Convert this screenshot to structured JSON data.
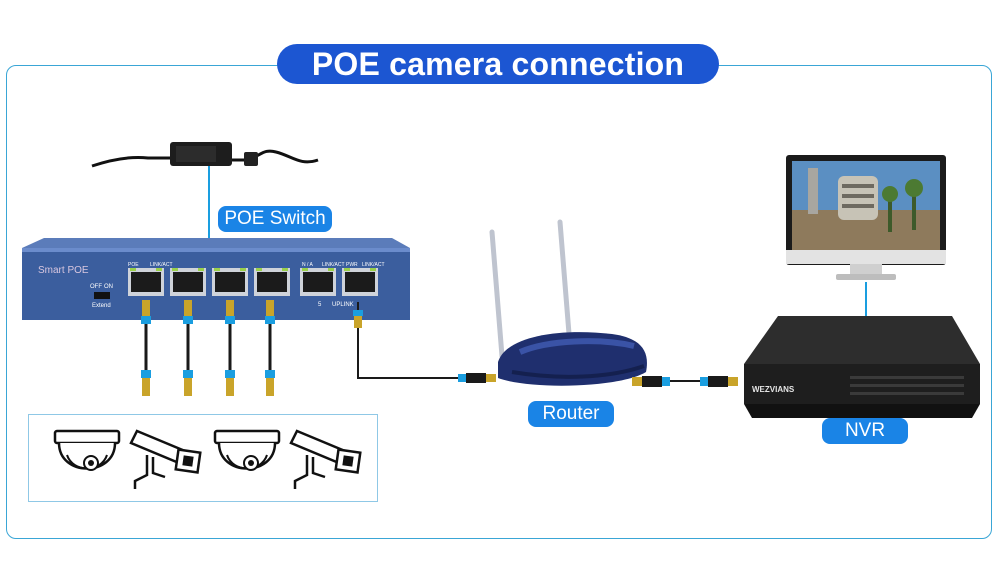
{
  "title": "POE camera connection",
  "labels": {
    "poe_switch": "POE Switch",
    "router": "Router",
    "nvr": "NVR"
  },
  "device_text": {
    "switch_brand": "Smart POE",
    "switch_off": "OFF",
    "switch_on": "ON",
    "switch_extend": "Extend",
    "switch_poe": "POE",
    "switch_link_act": "LINK/ACT",
    "switch_na": "N / A",
    "switch_pwr": "PWR",
    "switch_port5": "5",
    "switch_uplink": "UPLINK",
    "nvr_brand": "WEZVIANS"
  },
  "cameras": [
    {
      "kind": "dome-camera-icon"
    },
    {
      "kind": "bullet-camera-icon"
    },
    {
      "kind": "dome-camera-icon"
    },
    {
      "kind": "bullet-camera-icon"
    }
  ],
  "colors": {
    "title_pill": "#1c56d2",
    "label_pill": "#1a84e6",
    "frame_border": "#3aa6d6",
    "switch_body": "#3b5e9e",
    "connection_line": "#1a9ee0",
    "router_body": "#1f2f6e"
  }
}
